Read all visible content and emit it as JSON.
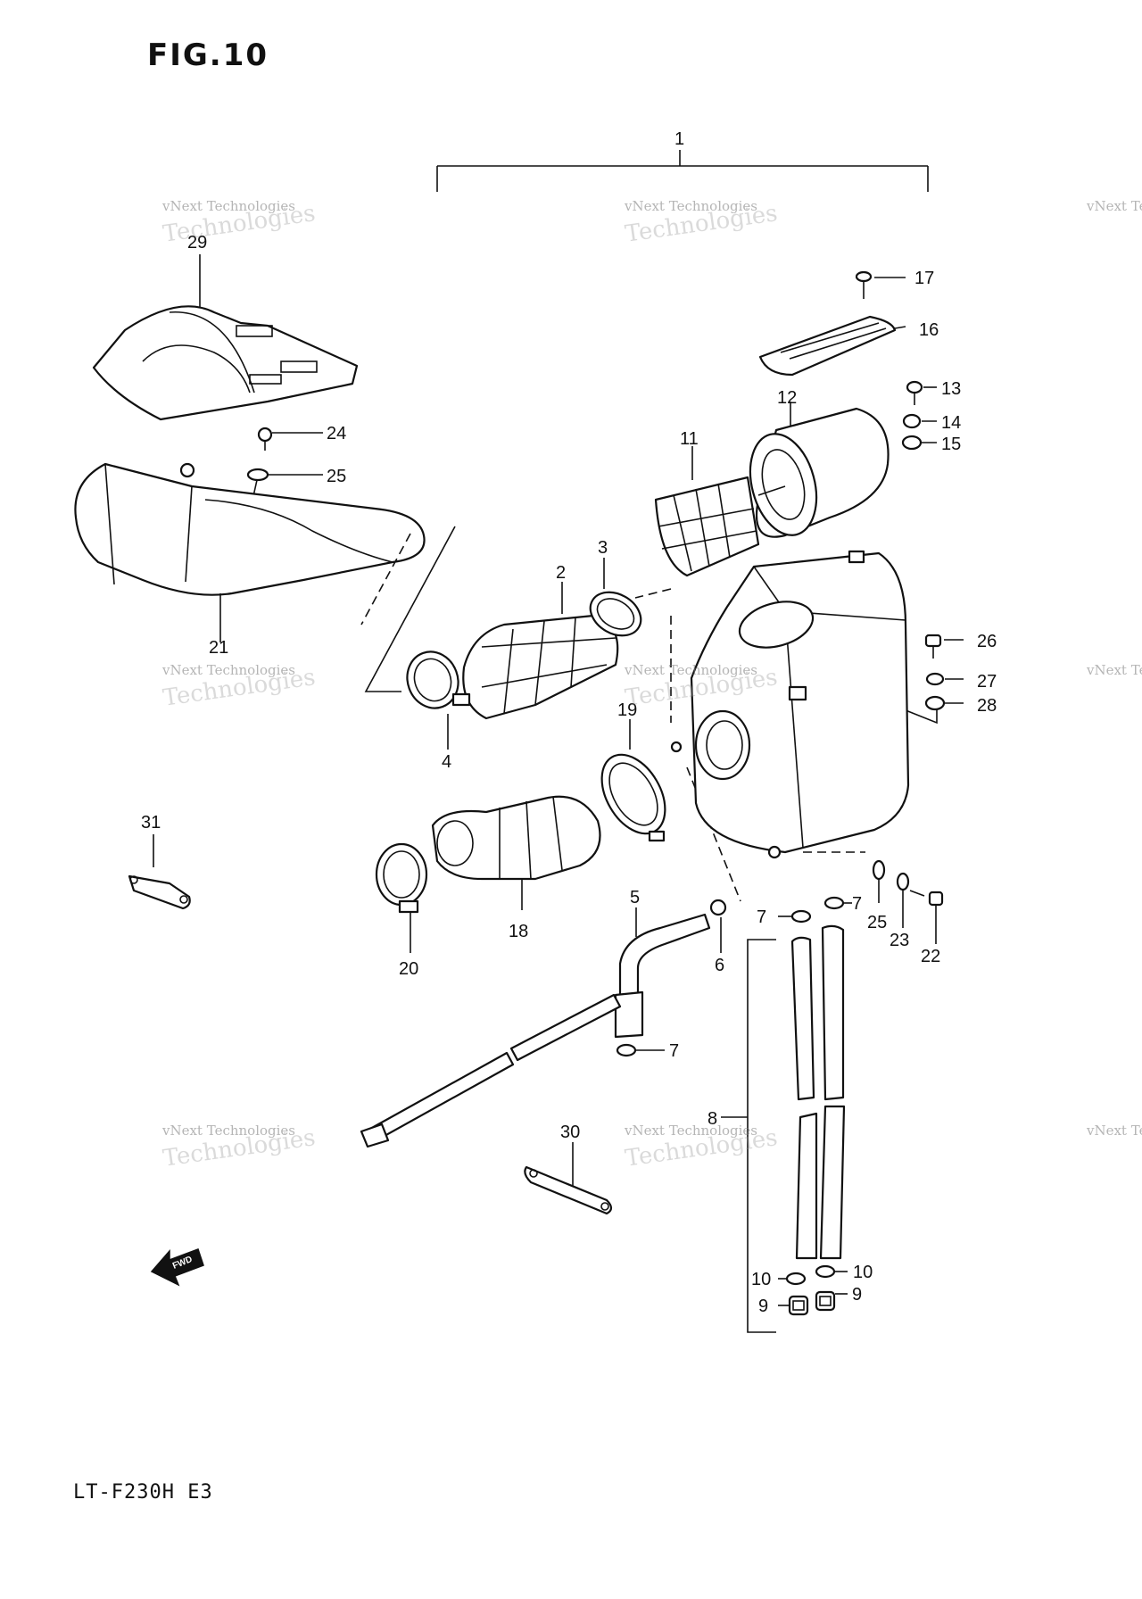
{
  "figure": {
    "title": "FIG.10",
    "model": "LT-F230H E3",
    "fwd_label": "FWD"
  },
  "watermark": {
    "line1": "vNext Technologies",
    "line2": "Technologies"
  },
  "callouts": [
    {
      "id": "c1",
      "text": "1"
    },
    {
      "id": "c2",
      "text": "2"
    },
    {
      "id": "c3",
      "text": "3"
    },
    {
      "id": "c4",
      "text": "4"
    },
    {
      "id": "c5",
      "text": "5"
    },
    {
      "id": "c6",
      "text": "6"
    },
    {
      "id": "c7a",
      "text": "7"
    },
    {
      "id": "c7b",
      "text": "7"
    },
    {
      "id": "c7c",
      "text": "7"
    },
    {
      "id": "c8",
      "text": "8"
    },
    {
      "id": "c9a",
      "text": "9"
    },
    {
      "id": "c9b",
      "text": "9"
    },
    {
      "id": "c10a",
      "text": "10"
    },
    {
      "id": "c10b",
      "text": "10"
    },
    {
      "id": "c11",
      "text": "11"
    },
    {
      "id": "c12",
      "text": "12"
    },
    {
      "id": "c13",
      "text": "13"
    },
    {
      "id": "c14",
      "text": "14"
    },
    {
      "id": "c15",
      "text": "15"
    },
    {
      "id": "c16",
      "text": "16"
    },
    {
      "id": "c17",
      "text": "17"
    },
    {
      "id": "c18",
      "text": "18"
    },
    {
      "id": "c19",
      "text": "19"
    },
    {
      "id": "c20",
      "text": "20"
    },
    {
      "id": "c21",
      "text": "21"
    },
    {
      "id": "c22",
      "text": "22"
    },
    {
      "id": "c23",
      "text": "23"
    },
    {
      "id": "c24",
      "text": "24"
    },
    {
      "id": "c25a",
      "text": "25"
    },
    {
      "id": "c25b",
      "text": "25"
    },
    {
      "id": "c26",
      "text": "26"
    },
    {
      "id": "c27",
      "text": "27"
    },
    {
      "id": "c28",
      "text": "28"
    },
    {
      "id": "c29",
      "text": "29"
    },
    {
      "id": "c30",
      "text": "30"
    },
    {
      "id": "c31",
      "text": "31"
    }
  ]
}
